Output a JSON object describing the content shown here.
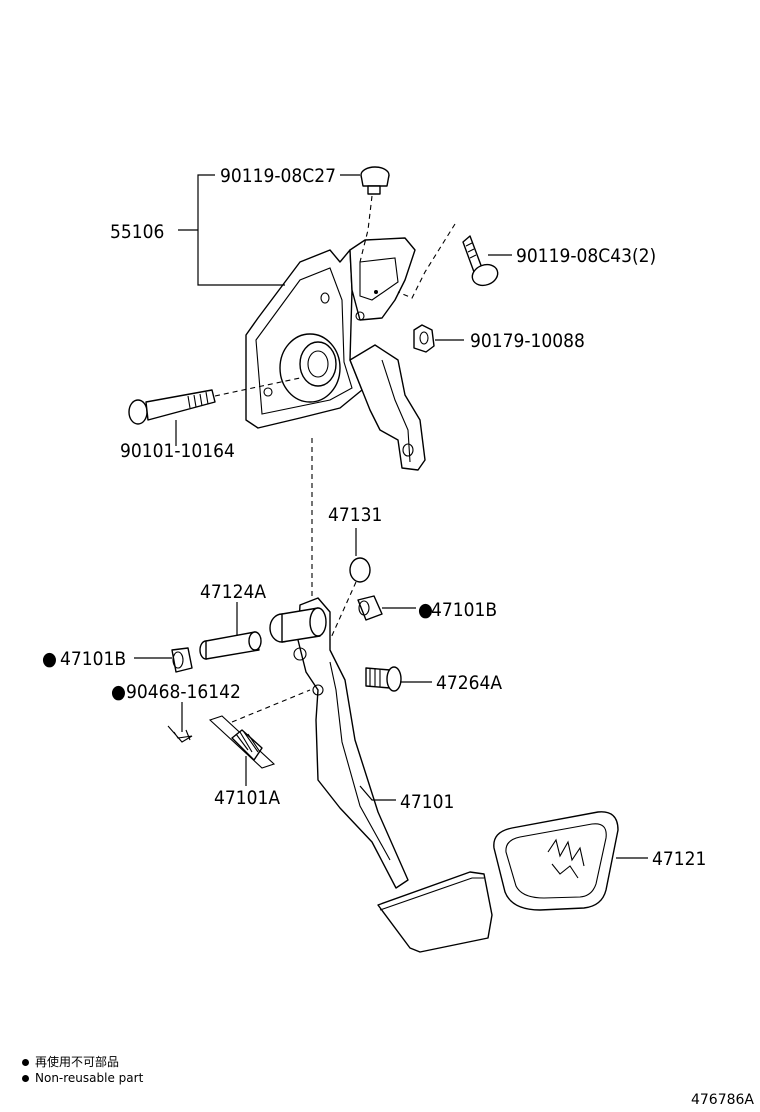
{
  "parts": {
    "p55106": "55106",
    "p9011908C27": "90119-08C27",
    "p9011908C43": "90119-08C43(2)",
    "p9017910088": "90179-10088",
    "p9010110164": "90101-10164",
    "p47131": "47131",
    "p47124A": "47124A",
    "p47101B_right": "47101B",
    "p47101B_left": "47101B",
    "p9046816142": "90468-16142",
    "p47264A": "47264A",
    "p47101A": "47101A",
    "p47101": "47101",
    "p47121": "47121"
  },
  "non_reusable_marker": "●",
  "legend": {
    "line_jp": "再使用不可部品",
    "line_en": "Non-reusable part"
  },
  "document_id": "476786A"
}
